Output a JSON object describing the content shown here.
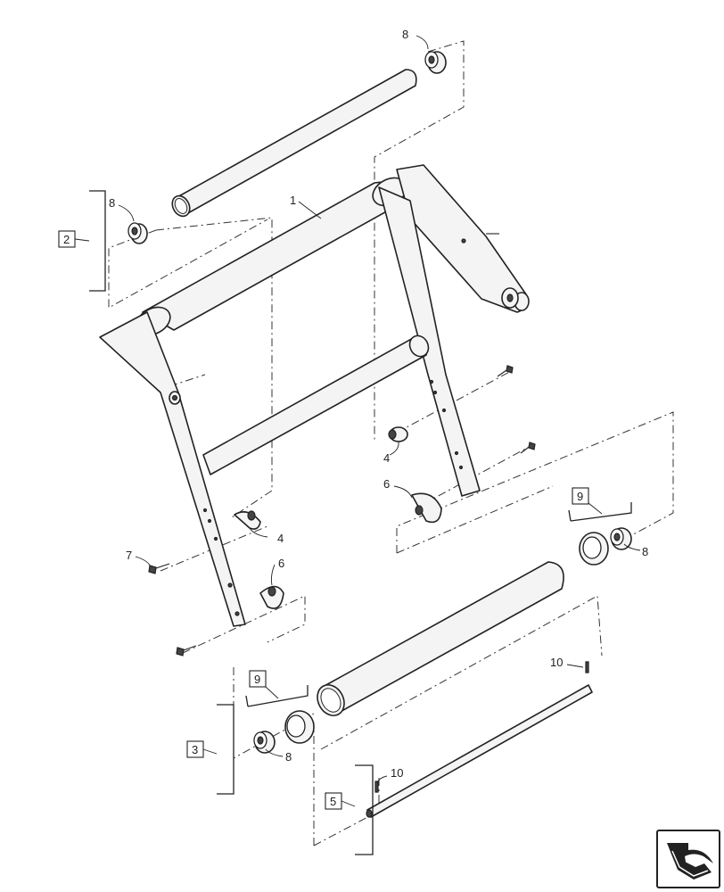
{
  "callouts": {
    "c1": "1",
    "c4a": "4",
    "c4b": "4",
    "c6a": "6",
    "c6b": "6",
    "c7": "7",
    "c8a": "8",
    "c8b": "8",
    "c8c": "8",
    "c8d": "8",
    "c10a": "10",
    "c10b": "10"
  },
  "groups": {
    "g2": "2",
    "g3": "3",
    "g5": "5",
    "g9a": "9",
    "g9b": "9"
  },
  "icons": {
    "corner": "next-page-arrow-icon"
  }
}
